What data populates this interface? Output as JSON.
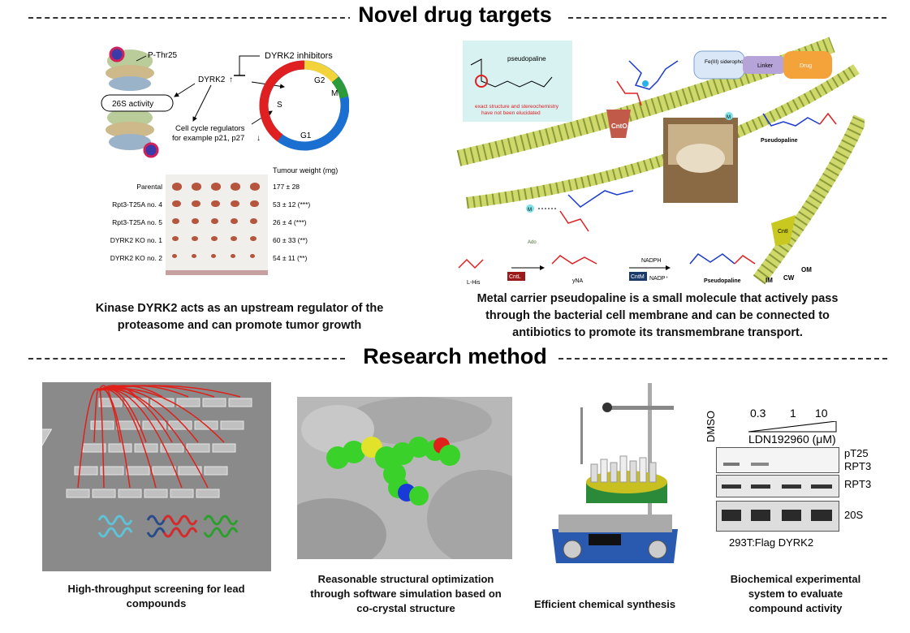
{
  "sections": {
    "top_title": "Novel drug targets",
    "bottom_title": "Research method"
  },
  "dyrk2_panel": {
    "p_thr25": "P-Thr25",
    "dyrk2_inhibitors": "DYRK2 inhibitors",
    "dyrk2": "DYRK2",
    "activity": "26S activity",
    "cell_cycle_line1": "Cell cycle regulators",
    "cell_cycle_line2": "for example p21, p27",
    "phases": [
      "G2",
      "M",
      "S",
      "G1"
    ],
    "tumour_header": "Tumour weight (mg)",
    "rows": [
      {
        "label": "Parental",
        "value": "177 ± 28"
      },
      {
        "label": "Rpt3-T25A no. 4",
        "value": "53 ± 12 (***)"
      },
      {
        "label": "Rpt3-T25A no. 5",
        "value": "26 ± 4 (***)"
      },
      {
        "label": "DYRK2 KO no. 1",
        "value": "60 ± 33 (**)"
      },
      {
        "label": "DYRK2 KO no. 2",
        "value": "54 ± 11 (**)"
      }
    ],
    "caption_line1": "Kinase DYRK2 acts as an upstream regulator of the",
    "caption_line2": "proteasome and can promote tumor growth"
  },
  "pseudopaline_panel": {
    "box_title": "pseudopaline",
    "box_note_line1": "exact structure and stereochemistry",
    "box_note_line2": "have not been elucidated",
    "conj_1": "Fe(III) siderophore",
    "conj_2": "Linker",
    "conj_3": "Drug",
    "cnto": "CntO",
    "cnti": "CntI",
    "cntl": "CntL",
    "cntm": "CntM",
    "metal": "M",
    "pseudopaline_label": "Pseudopaline",
    "lhis": "L-His",
    "yna": "yNA",
    "nadph": "NADPH",
    "nadp": "NADP⁺",
    "ado": "Ado",
    "membranes": [
      "IM",
      "CW",
      "OM"
    ],
    "caption_line1": "Metal carrier pseudopaline is a small molecule that actively pass",
    "caption_line2": "through the bacterial cell membrane and can be connected to",
    "caption_line3": "antibiotics to promote its transmembrane transport."
  },
  "methods": [
    {
      "caption_line1": "High-throughput screening for lead",
      "caption_line2": "compounds",
      "caption_line3": ""
    },
    {
      "caption_line1": "Reasonable structural optimization",
      "caption_line2": "through software simulation based on",
      "caption_line3": "co-crystal structure"
    },
    {
      "caption_line1": "Efficient chemical synthesis",
      "caption_line2": "",
      "caption_line3": ""
    },
    {
      "caption_line1": "Biochemical experimental",
      "caption_line2": "system to evaluate",
      "caption_line3": "compound activity"
    }
  ],
  "western": {
    "dmso": "DMSO",
    "doses": [
      "0.3",
      "1",
      "10"
    ],
    "compound": "LDN192960 (μM)",
    "band1_line1": "pT25",
    "band1_line2": "RPT3",
    "band2": "RPT3",
    "band3": "20S",
    "footer": "293T:Flag DYRK2"
  },
  "colors": {
    "red": "#e02020",
    "membrane": "#cfd86a",
    "gray_bg": "#8a8a8a"
  }
}
